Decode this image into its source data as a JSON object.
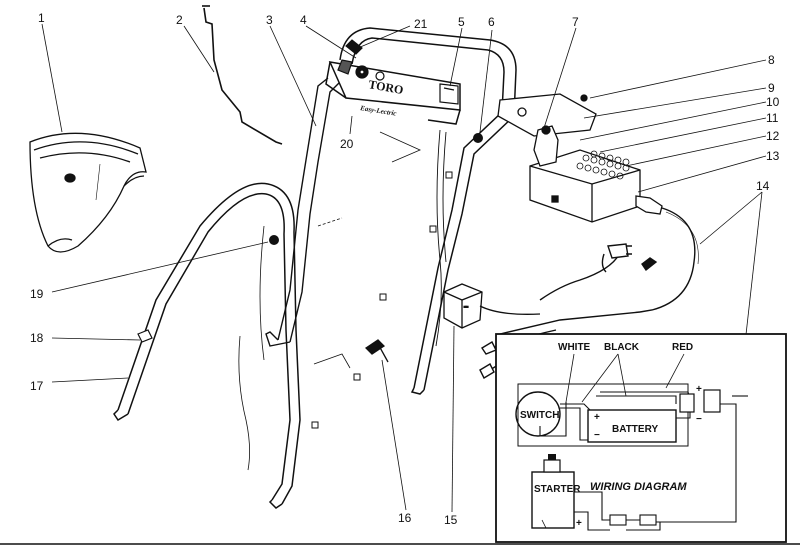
{
  "callouts": [
    {
      "id": "1",
      "label": "1"
    },
    {
      "id": "2",
      "label": "2"
    },
    {
      "id": "3",
      "label": "3"
    },
    {
      "id": "4",
      "label": "4"
    },
    {
      "id": "21",
      "label": "21"
    },
    {
      "id": "5",
      "label": "5"
    },
    {
      "id": "6",
      "label": "6"
    },
    {
      "id": "7",
      "label": "7"
    },
    {
      "id": "8",
      "label": "8"
    },
    {
      "id": "9",
      "label": "9"
    },
    {
      "id": "10",
      "label": "10"
    },
    {
      "id": "11",
      "label": "11"
    },
    {
      "id": "12",
      "label": "12"
    },
    {
      "id": "13",
      "label": "13"
    },
    {
      "id": "14",
      "label": "14"
    },
    {
      "id": "15",
      "label": "15"
    },
    {
      "id": "16",
      "label": "16"
    },
    {
      "id": "17",
      "label": "17"
    },
    {
      "id": "18",
      "label": "18"
    },
    {
      "id": "19",
      "label": "19"
    },
    {
      "id": "20",
      "label": "20"
    }
  ],
  "brand": {
    "name": "TORO",
    "model": "Easy-Lectric"
  },
  "wiring": {
    "title": "WIRING DIAGRAM",
    "white": "WHITE",
    "black": "BLACK",
    "red": "RED",
    "switch": "SWITCH",
    "battery": "BATTERY",
    "starter": "STARTER",
    "plus": "+",
    "minus": "−"
  },
  "colors": {
    "ink": "#111111",
    "paper": "#ffffff",
    "shade": "#555555"
  }
}
